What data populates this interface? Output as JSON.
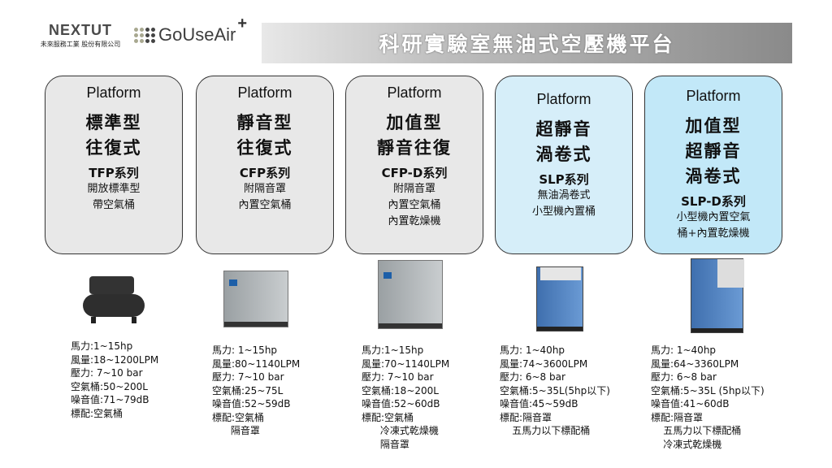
{
  "logos": {
    "nextut": "NEXTUT",
    "nextut_sub": "未來服務工業 股份有限公司",
    "gouseair": "GoUseAir",
    "plus": "+"
  },
  "title": "科研實驗室無油式空壓機平台",
  "cards": [
    {
      "platform": "Platform",
      "name": [
        "標準型",
        "往復式"
      ],
      "series": "TFP系列",
      "desc": [
        "開放標準型",
        "帶空氣桶"
      ]
    },
    {
      "platform": "Platform",
      "name": [
        "靜音型",
        "往復式"
      ],
      "series": "CFP系列",
      "desc": [
        "附隔音罩",
        "內置空氣桶"
      ]
    },
    {
      "platform": "Platform",
      "name": [
        "加值型",
        "靜音往復"
      ],
      "series": "CFP-D系列",
      "desc": [
        "附隔音罩",
        "內置空氣桶",
        "內置乾燥機"
      ]
    },
    {
      "platform": "Platform",
      "name": [
        "超靜音",
        "渦卷式"
      ],
      "series": "SLP系列",
      "desc": [
        "無油渦卷式",
        "小型機內置桶"
      ]
    },
    {
      "platform": "Platform",
      "name": [
        "加值型",
        "超靜音",
        "渦卷式"
      ],
      "series": "SLP-D系列",
      "desc": [
        "小型機內置空氣",
        "桶+內置乾燥機"
      ]
    }
  ],
  "specs": [
    [
      "馬力:1~15hp",
      "風量:18~1200LPM",
      "壓力: 7~10 bar",
      "空氣桶:50~200L",
      "噪音值:71~79dB",
      "標配:空氣桶"
    ],
    [
      "馬力: 1~15hp",
      "風量:80~1140LPM",
      "壓力: 7~10 bar",
      "空氣桶:25~75L",
      "噪音值:52~59dB",
      "標配:空氣桶",
      "      隔音罩"
    ],
    [
      "馬力:1~15hp",
      "風量:70~1140LPM",
      "壓力: 7~10 bar",
      "空氣桶:18~200L",
      "噪音值:52~60dB",
      "標配:空氣桶",
      "      冷凍式乾燥機",
      "      隔音罩"
    ],
    [
      "馬力: 1~40hp",
      "風量:74~3600LPM",
      "壓力: 6~8 bar",
      "空氣桶:5~35L(5hp以下)",
      "噪音值:45~59dB",
      "標配:隔音罩",
      "    五馬力以下標配桶"
    ],
    [
      "馬力: 1~40hp",
      "風量:64~3360LPM",
      "壓力: 6~8 bar",
      "空氣桶:5~35L (5hp以下)",
      "噪音值:41~60dB",
      "標配:隔音罩",
      "    五馬力以下標配桶",
      "    冷凍式乾燥機"
    ]
  ]
}
